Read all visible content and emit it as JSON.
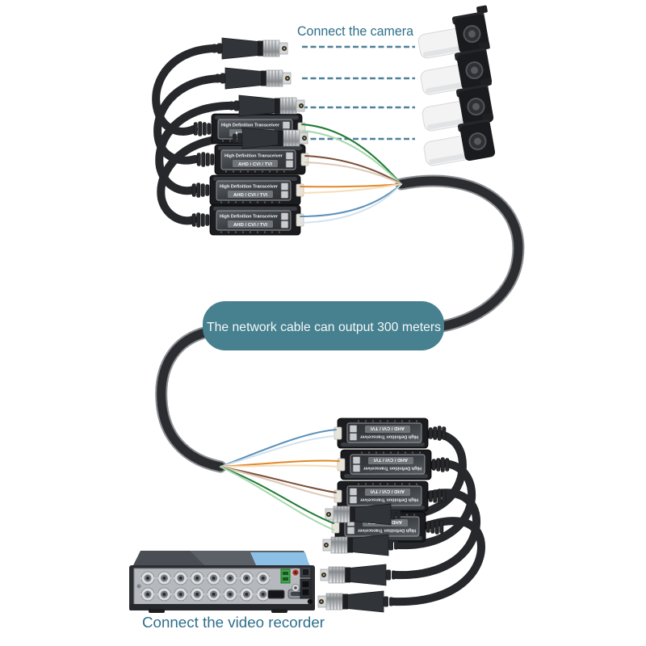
{
  "captions": {
    "camera": "Connect the camera",
    "banner": "The network cable can output 300 meters",
    "recorder": "Connect the video recorder"
  },
  "balun_label": {
    "line1": "High Definition Transceiver",
    "line2": "AHD / CVI / TVI"
  },
  "colors": {
    "caption_teal": "#2e6f8a",
    "dash_teal": "#4e8098",
    "banner_bg": "#47808f",
    "cable_dark": "#2b2d30",
    "cable_rim": "#8c8f93",
    "wire_green": "#1e7a34",
    "wire_green_light": "#a8d8ac",
    "wire_brown": "#7a4f38",
    "wire_brown_light": "#dcc9b8",
    "wire_orange": "#e0882a",
    "wire_orange_light": "#f6ddb6",
    "wire_blue": "#5e92ba",
    "wire_blue_light": "#d3e2ef"
  }
}
